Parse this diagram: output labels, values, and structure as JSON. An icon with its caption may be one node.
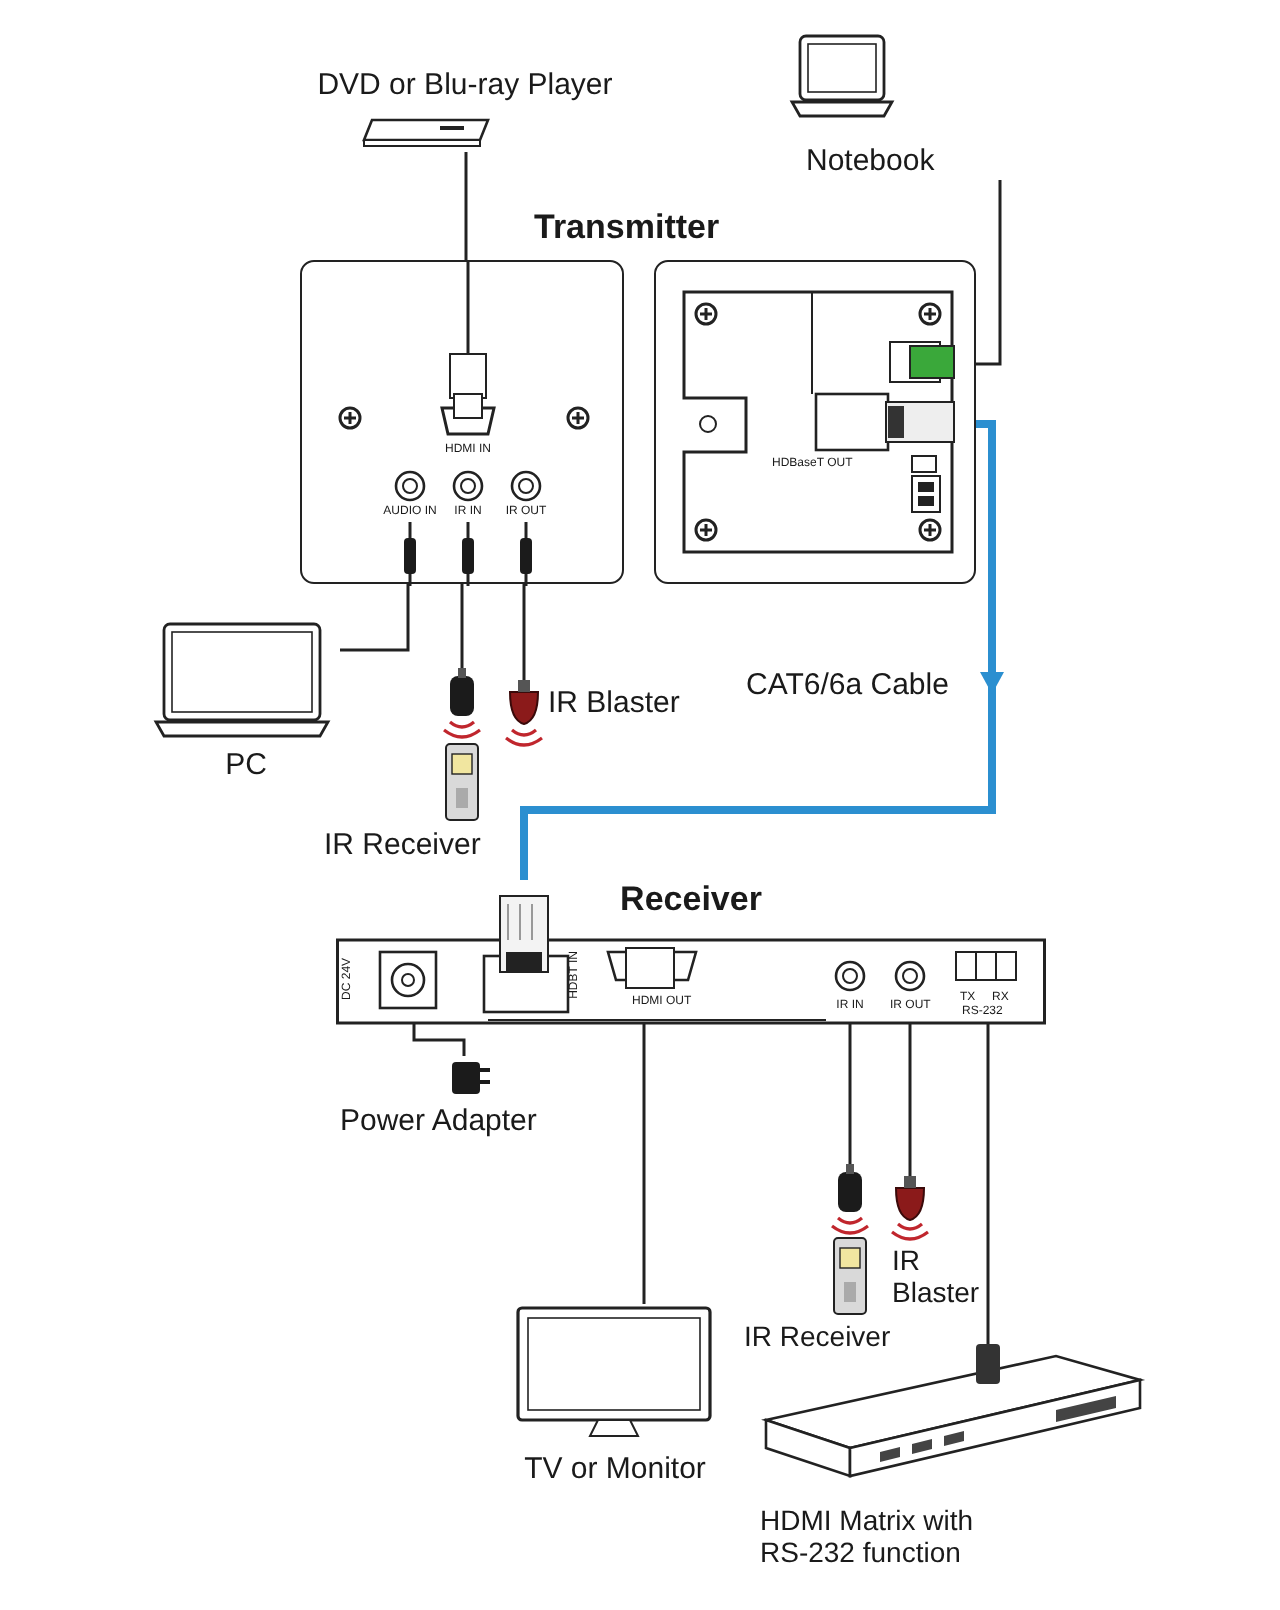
{
  "diagram": {
    "nodes": [
      {
        "text": [
          "DVD or Blu-ray Player"
        ]
      },
      {
        "text": [
          "Notebook"
        ]
      },
      {
        "text": [
          "HDMI IN",
          "AUDIO IN",
          "IR IN",
          "IR OUT"
        ]
      },
      {
        "text": [
          "HDBaseT OUT"
        ]
      },
      {
        "text": [
          "PC"
        ]
      },
      {
        "text": [
          "IR Receiver"
        ]
      },
      {
        "text": [
          "IR Blaster"
        ]
      },
      {
        "text": [
          "Receiver",
          "DC 24V",
          "HDBT IN",
          "HDMI OUT",
          "IR IN",
          "IR OUT",
          "TX",
          "RX",
          "RS-232"
        ]
      },
      {
        "text": [
          "Power Adapter"
        ]
      },
      {
        "text": [
          "TV or Monitor"
        ]
      },
      {
        "text": [
          "IR Receiver"
        ]
      },
      {
        "text": [
          "IR Blaster"
        ]
      },
      {
        "text": [
          "HDMI Matrix with RS-232 function"
        ]
      }
    ],
    "edges": [
      {
        "from": 0,
        "to": 2,
        "arrow": "none"
      },
      {
        "from": 1,
        "to": 3,
        "arrow": "none"
      },
      {
        "from": 4,
        "to": 2,
        "arrow": "none"
      },
      {
        "from": 5,
        "to": 2,
        "arrow": "none"
      },
      {
        "from": 6,
        "to": 2,
        "arrow": "none"
      },
      {
        "from": 3,
        "to": 7,
        "arrow": "to",
        "style": "thick",
        "color": "#2b8fd0"
      },
      {
        "from": 7,
        "to": 8,
        "arrow": "none"
      },
      {
        "from": 7,
        "to": 9,
        "arrow": "none"
      },
      {
        "from": 7,
        "to": 10,
        "arrow": "none"
      },
      {
        "from": 7,
        "to": 11,
        "arrow": "none"
      },
      {
        "from": 7,
        "to": 12,
        "arrow": "none"
      }
    ],
    "labels": [
      "Transmitter",
      "CAT6/6a Cable"
    ]
  }
}
